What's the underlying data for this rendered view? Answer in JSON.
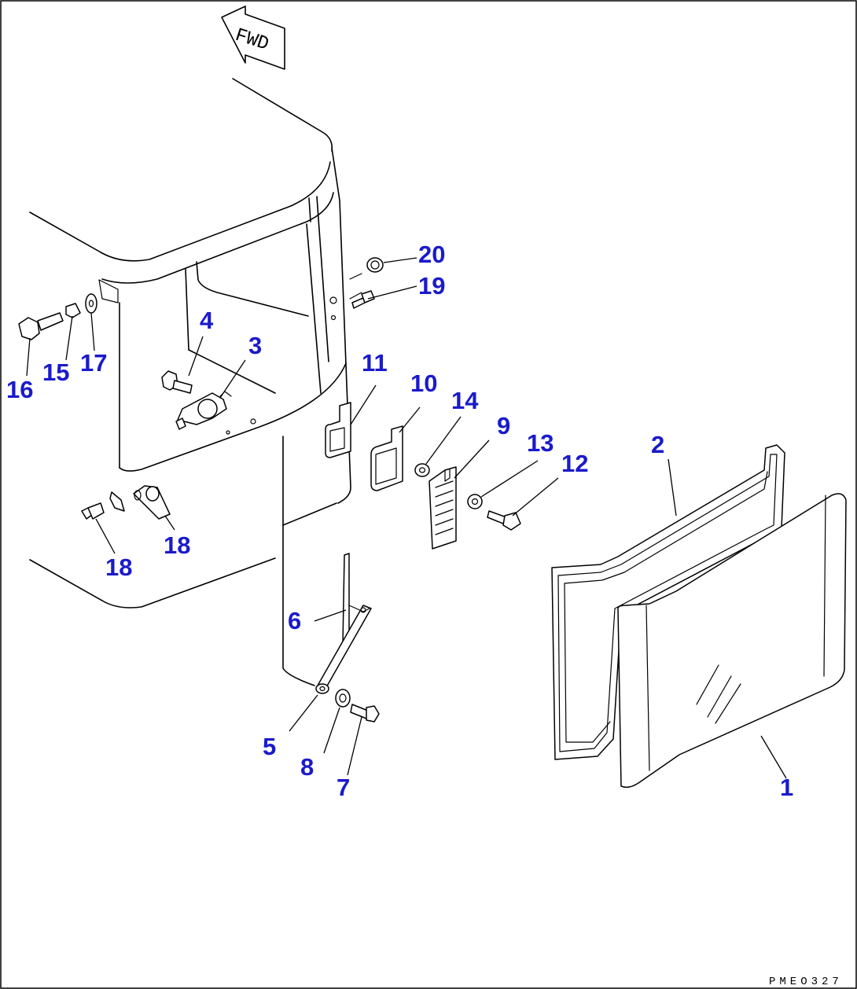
{
  "fwd_label": "FWD",
  "drawing_code": "PMEO327",
  "callouts": {
    "c1": "1",
    "c2": "2",
    "c3": "3",
    "c4": "4",
    "c5": "5",
    "c6": "6",
    "c7": "7",
    "c8": "8",
    "c9": "9",
    "c10": "10",
    "c11": "11",
    "c12": "12",
    "c13": "13",
    "c14": "14",
    "c15": "15",
    "c16": "16",
    "c17": "17",
    "c18a": "18",
    "c18b": "18",
    "c19": "19",
    "c20": "20"
  },
  "colors": {
    "callout": "#1a1acc",
    "line": "#000000",
    "background": "#ffffff"
  }
}
